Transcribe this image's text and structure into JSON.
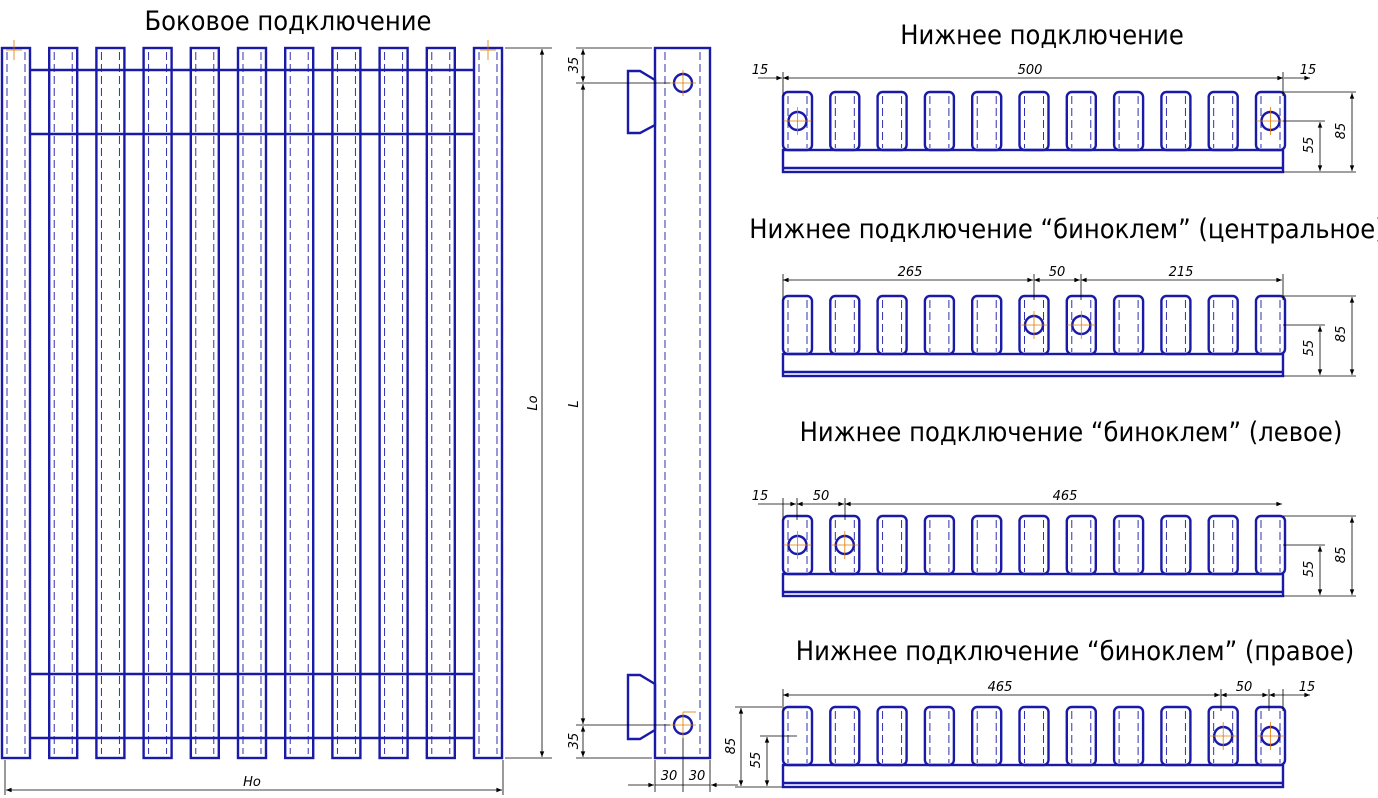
{
  "titles": {
    "side": "Боковое подключение",
    "bottom": "Нижнее подключение",
    "central": "Нижнее подключение “биноклем” (центральное)",
    "left": "Нижнее подключение “биноклем” (левое)",
    "right": "Нижнее подключение “биноклем” (правое)"
  },
  "side_view": {
    "ho": "Ho",
    "lo": "Lo",
    "sections": 11
  },
  "profile_view": {
    "l": "L",
    "top_offset": "35",
    "bottom_offset": "35",
    "depth_a": "30",
    "depth_b": "30"
  },
  "bottom": {
    "d1": "15",
    "d2": "500",
    "d3": "15",
    "h1": "55",
    "h2": "85"
  },
  "central": {
    "d1": "265",
    "d2": "50",
    "d3": "215",
    "h1": "55",
    "h2": "85"
  },
  "left": {
    "d1": "15",
    "d2": "50",
    "d3": "465",
    "h1": "55",
    "h2": "85"
  },
  "right": {
    "d1": "465",
    "d2": "50",
    "d3": "15",
    "h1": "55",
    "h2": "85"
  },
  "colors": {
    "outline": "#1a1aa8",
    "dimension": "#000000",
    "center": "#e07a00"
  }
}
